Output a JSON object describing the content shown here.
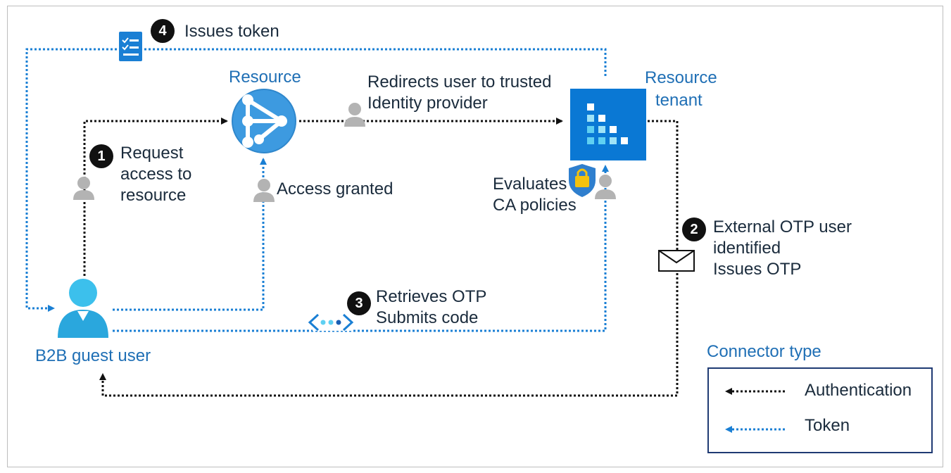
{
  "nodes": {
    "guest_user": "B2B guest user",
    "resource": "Resource",
    "tenant_line1": "Resource",
    "tenant_line2": "tenant"
  },
  "steps": {
    "step1": {
      "number": "1",
      "lines": [
        "Request",
        "access to",
        "resource"
      ]
    },
    "step2": {
      "number": "2",
      "lines": [
        "External OTP user",
        "identified",
        "Issues OTP"
      ]
    },
    "step3": {
      "number": "3",
      "lines": [
        "Retrieves OTP",
        "Submits code"
      ]
    },
    "step4": {
      "number": "4",
      "text": "Issues token"
    }
  },
  "annotations": {
    "access_granted": "Access granted",
    "redirects_line1": "Redirects user to trusted",
    "redirects_line2": "Identity provider",
    "evaluates_line1": "Evaluates",
    "evaluates_line2": "CA policies"
  },
  "legend": {
    "title": "Connector type",
    "items": [
      {
        "label": "Authentication",
        "color": "#111111"
      },
      {
        "label": "Token",
        "color": "#1a7fd4"
      }
    ]
  },
  "colors": {
    "auth_line": "#111111",
    "token_line": "#1a7fd4",
    "label_blue": "#1f6fb5",
    "azure_blue": "#0a78d4"
  }
}
